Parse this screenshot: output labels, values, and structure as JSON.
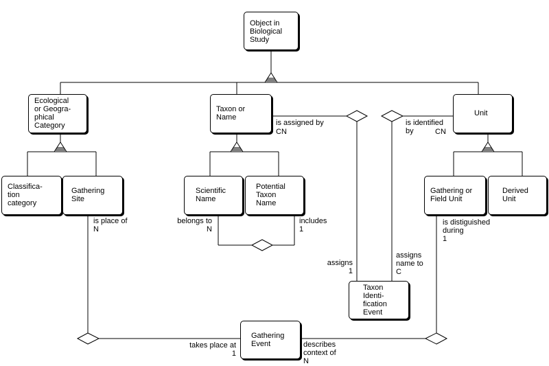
{
  "entities": {
    "object": "Object in\nBiological\nStudy",
    "eco_category": "Ecological\nor Geogra-\nphical\nCategory",
    "taxon": "Taxon or\nName",
    "unit": "Unit",
    "classification": "Classifica-\ntion\ncategory",
    "gathering_site": "Gathering\nSite",
    "scientific_name": "Scientific\nName",
    "potential_taxon": "Potential\nTaxon\nName",
    "gathering_field_unit": "Gathering or\nField Unit",
    "derived_unit": "Derived\nUnit",
    "taxon_id_event": "Taxon\nIdenti-\nfication\nEvent",
    "gathering_event": "Gathering\nEvent"
  },
  "labels": {
    "is_assigned_by": "is assigned by",
    "is_assigned_by_card": "CN",
    "is_identified_by": "is identified\nby",
    "is_identified_by_card": "CN",
    "is_place_of": "is place of\nN",
    "belongs_to": "belongs to\nN",
    "includes": "includes\n1",
    "is_distinguished": "is distiguished\nduring\n1",
    "assigns": "assigns\n1",
    "assigns_name_to": "assigns\nname to\nC",
    "takes_place_at": "takes place at\n1",
    "describes_context": "describes\ncontext of\nN"
  }
}
